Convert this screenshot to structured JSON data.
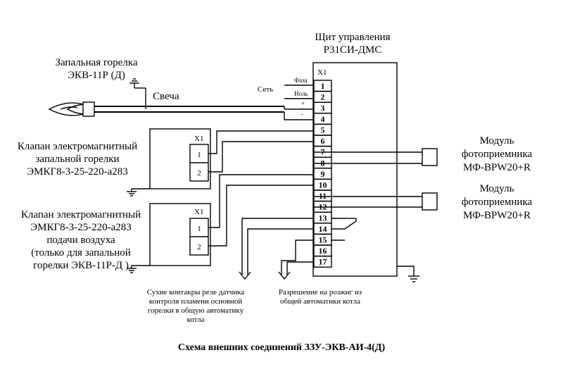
{
  "panel": {
    "title_line1": "Щит управления",
    "title_line2": "Р31СИ-ДМС",
    "connector": "X1",
    "terminals": [
      "1",
      "2",
      "3",
      "4",
      "5",
      "6",
      "7",
      "8",
      "9",
      "10",
      "11",
      "12",
      "13",
      "14",
      "15",
      "16",
      "17"
    ]
  },
  "power": {
    "label": "Сеть",
    "phase": "Фаза",
    "neutral": "Ноль",
    "plus": "+",
    "minus": "-"
  },
  "igniter": {
    "line1": "Запальная горелка",
    "line2": "ЭКВ-11Р (Д)",
    "spark_label": "Свеча"
  },
  "valve1": {
    "line1": "Клапан электромагнитный",
    "line2": "запальной горелки",
    "line3": "ЭМКГ8-3-25-220-а283",
    "connector": "X1",
    "pins": [
      "1",
      "2"
    ]
  },
  "valve2": {
    "line1": "Клапан электромагнитный",
    "line2": "ЭМКГ8-3-25-220-а283",
    "line3": "подачи воздуха",
    "line4": "(только для запальной",
    "line5": "горелки ЭКВ-11Р-Д )",
    "connector": "X1",
    "pins": [
      "1",
      "2"
    ]
  },
  "module1": {
    "line1": "Модуль",
    "line2": "фотоприемника",
    "line3": "МФ-BPW20+R"
  },
  "module2": {
    "line1": "Модуль",
    "line2": "фотоприемника",
    "line3": "МФ-BPW20+R"
  },
  "note_contacts": {
    "line1": "Сухие контакры реле датчика",
    "line2": "контроля пламени основной",
    "line3": "горелки в общую автоматику",
    "line4": "котла"
  },
  "note_permit": {
    "line1": "Разрешение на розжиг из",
    "line2": "общей автоматики котла"
  },
  "caption": "Схема внешних соединений ЗЗУ-ЭКВ-АИ-4(Д)"
}
